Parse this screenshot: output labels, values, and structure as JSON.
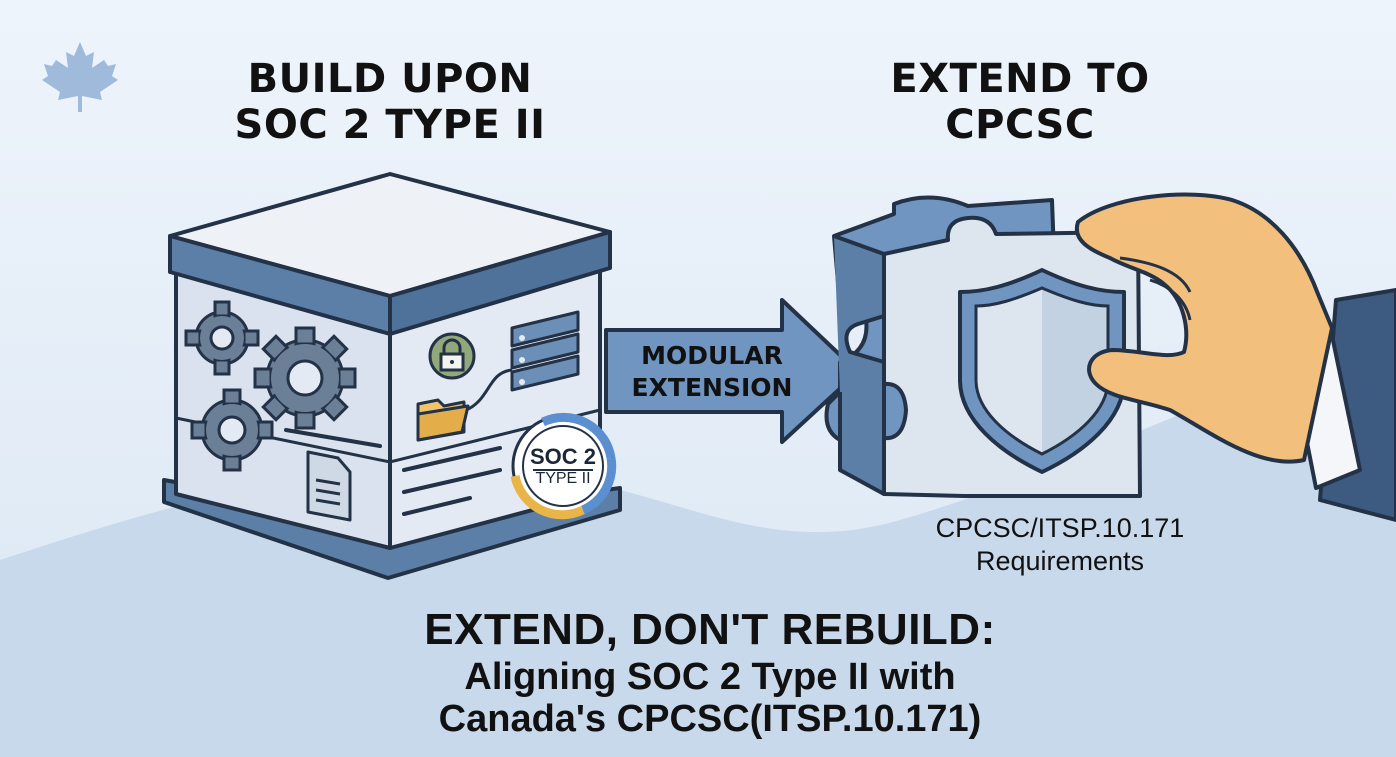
{
  "headings": {
    "left": [
      "BUILD UPON",
      "SOC 2 TYPE II"
    ],
    "right": [
      "EXTEND TO",
      "CPCSC"
    ]
  },
  "arrow": {
    "label": [
      "MODULAR",
      "EXTENSION"
    ]
  },
  "badge": {
    "line1": "SOC 2",
    "line2": "TYPE II"
  },
  "requirements": [
    "CPCSC/ITSP.10.171",
    "Requirements"
  ],
  "tagline": {
    "title": "EXTEND, DON'T REBUILD:",
    "sub1": "Aligning SOC 2 Type II with",
    "sub2": "Canada's CPCSC(ITSP.10.171)"
  },
  "icons": [
    "maple-leaf-icon",
    "gear-icon",
    "padlock-icon",
    "server-stack-icon",
    "folder-icon",
    "document-icon",
    "soc2-badge-icon",
    "shield-icon",
    "puzzle-piece-icon",
    "hand-icon"
  ],
  "colors": {
    "background": "#e3edf8",
    "hill": "#c9d9ec",
    "box_face": "#dde5ef",
    "box_edge": "#5b7fa6",
    "arrow": "#6f95c0",
    "hand": "#f2c07c",
    "ink": "#243247"
  }
}
